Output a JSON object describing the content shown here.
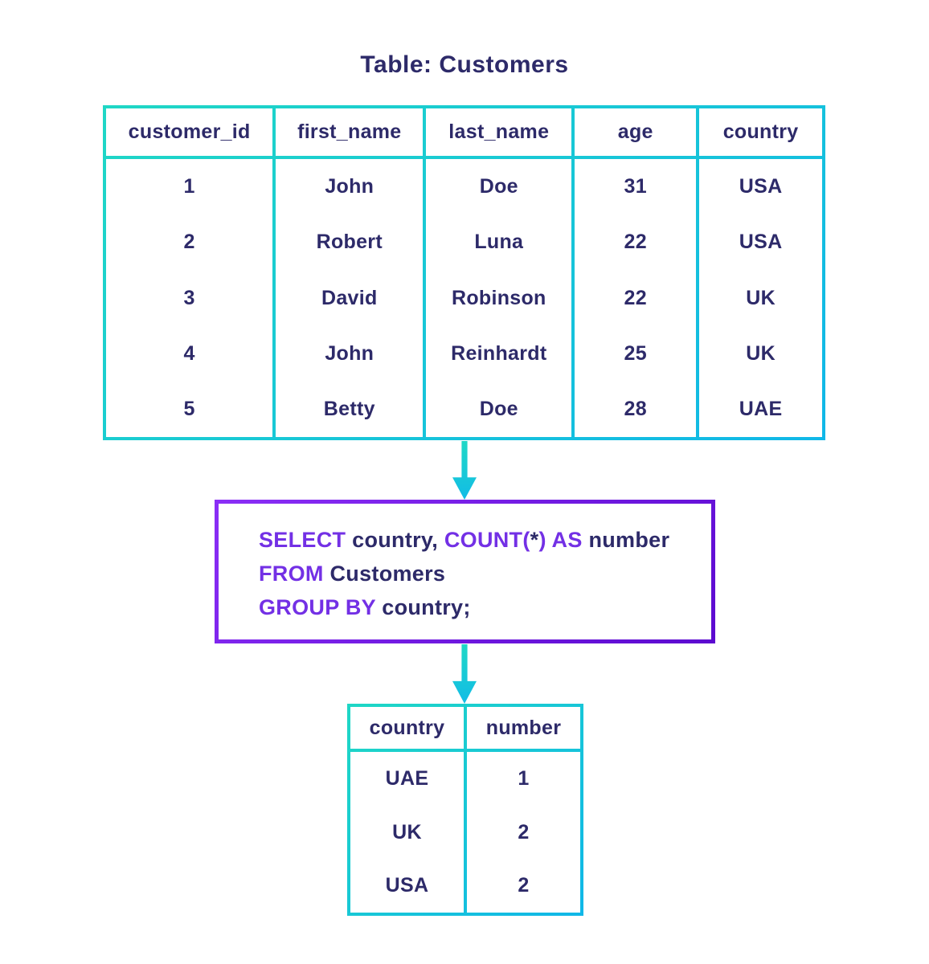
{
  "title": "Table: Customers",
  "colors": {
    "background": "#FFFFFF",
    "text_navy": "#2D2A69",
    "sql_keyword_purple": "#7330E5",
    "table_border_gradient_start": "#1FD7C5",
    "table_border_gradient_end": "#10B7E8",
    "sql_box_border_gradient_start": "#8A2EF6",
    "sql_box_border_gradient_end": "#5C0AD0",
    "arrow_gradient_start": "#1FD8C6",
    "arrow_gradient_end": "#12BCE6"
  },
  "customers_table": {
    "columns": [
      "customer_id",
      "first_name",
      "last_name",
      "age",
      "country"
    ],
    "rows": [
      [
        "1",
        "John",
        "Doe",
        "31",
        "USA"
      ],
      [
        "2",
        "Robert",
        "Luna",
        "22",
        "USA"
      ],
      [
        "3",
        "David",
        "Robinson",
        "22",
        "UK"
      ],
      [
        "4",
        "John",
        "Reinhardt",
        "25",
        "UK"
      ],
      [
        "5",
        "Betty",
        "Doe",
        "28",
        "UAE"
      ]
    ]
  },
  "sql_query": {
    "lines": [
      [
        {
          "text": "SELECT ",
          "keyword": true
        },
        {
          "text": "country, ",
          "keyword": false
        },
        {
          "text": "COUNT(",
          "keyword": true
        },
        {
          "text": "*",
          "keyword": false
        },
        {
          "text": ") ",
          "keyword": true
        },
        {
          "text": "AS ",
          "keyword": true
        },
        {
          "text": "number",
          "keyword": false
        }
      ],
      [
        {
          "text": "FROM ",
          "keyword": true
        },
        {
          "text": "Customers",
          "keyword": false
        }
      ],
      [
        {
          "text": "GROUP BY ",
          "keyword": true
        },
        {
          "text": "country;",
          "keyword": false
        }
      ]
    ]
  },
  "result_table": {
    "columns": [
      "country",
      "number"
    ],
    "rows": [
      [
        "UAE",
        "1"
      ],
      [
        "UK",
        "2"
      ],
      [
        "USA",
        "2"
      ]
    ]
  }
}
